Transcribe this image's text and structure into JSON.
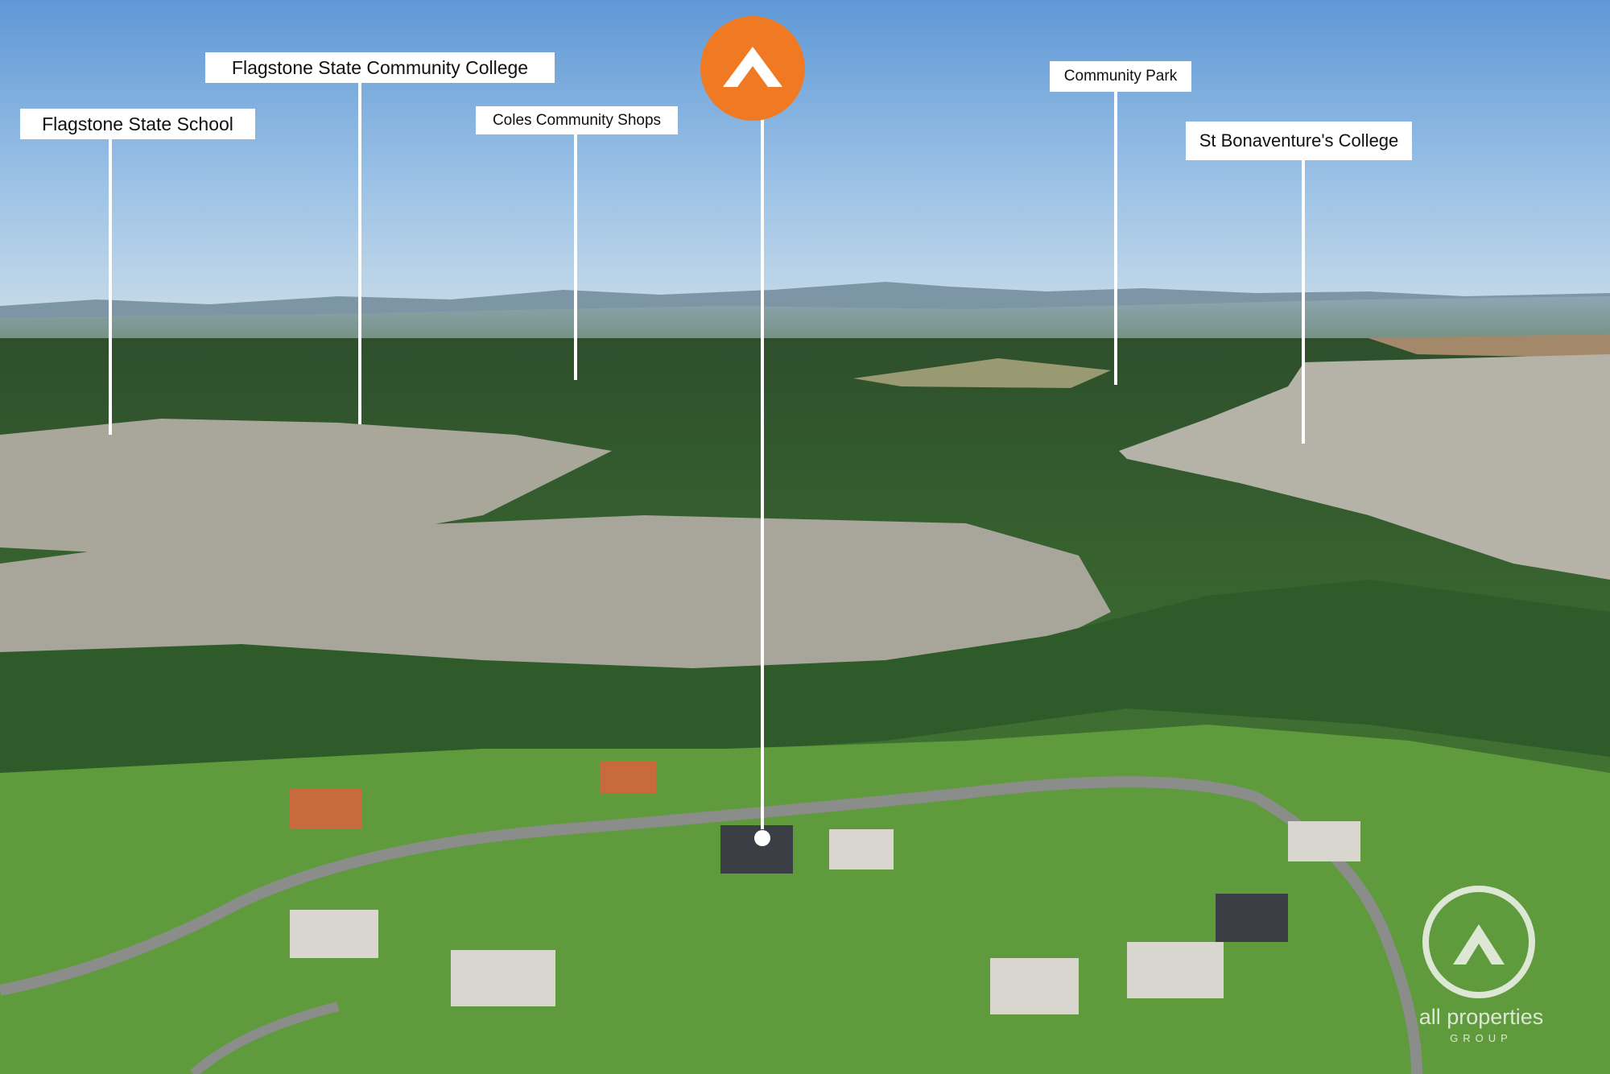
{
  "labels": {
    "school": "Flagstone State School",
    "college": "Flagstone State Community College",
    "shops": "Coles Community Shops",
    "park": "Community Park",
    "stbonaventure": "St Bonaventure's College"
  },
  "watermark": {
    "name": "all properties",
    "tagline": "GROUP"
  },
  "colors": {
    "marker_orange": "#f07a24",
    "sky": "#8fb8e0",
    "forest": "#2f5a2a",
    "grass": "#5f9a3c"
  },
  "icons": {
    "marker": "brand-a-logo-icon",
    "watermark": "brand-a-watermark-icon"
  }
}
